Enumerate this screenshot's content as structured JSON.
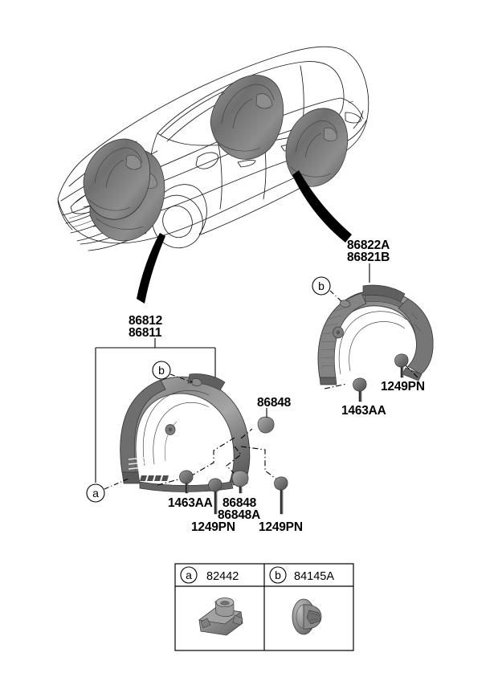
{
  "diagram": {
    "title": "Wheel Guard / Fender Liner Assembly",
    "background_color": "#ffffff",
    "line_color": "#000000"
  },
  "vehicle": {
    "name": "sedan-three-quarter-view",
    "description": "Line drawing of a four-door sedan in front three-quarter perspective with four shaded wheel-arch liners highlighted"
  },
  "callouts": {
    "front_liner": {
      "name": "front-wheel-guard",
      "codes": [
        "86812",
        "86811"
      ],
      "marker_a": "a",
      "marker_b": "b"
    },
    "rear_liner": {
      "name": "rear-wheel-guard",
      "codes": [
        "86822A",
        "86821B"
      ],
      "marker_b": "b"
    }
  },
  "fasteners": {
    "front": [
      {
        "code": "1463AA",
        "name": "screw-1463aa-front"
      },
      {
        "code": "1249PN",
        "name": "screw-1249pn-front-left"
      },
      {
        "code": "86848",
        "name": "clip-86848-upper"
      },
      {
        "code": "86848",
        "name": "clip-86848-lower"
      },
      {
        "code": "86848A",
        "name": "clip-86848a"
      },
      {
        "code": "1249PN",
        "name": "screw-1249pn-front-right"
      }
    ],
    "rear": [
      {
        "code": "1463AA",
        "name": "screw-1463aa-rear"
      },
      {
        "code": "1249PN",
        "name": "screw-1249pn-rear"
      }
    ]
  },
  "legend": {
    "name": "legend-table",
    "entries": [
      {
        "marker": "a",
        "code": "82442",
        "part_name": "clip-82442"
      },
      {
        "marker": "b",
        "code": "84145A",
        "part_name": "grommet-84145a"
      }
    ]
  }
}
